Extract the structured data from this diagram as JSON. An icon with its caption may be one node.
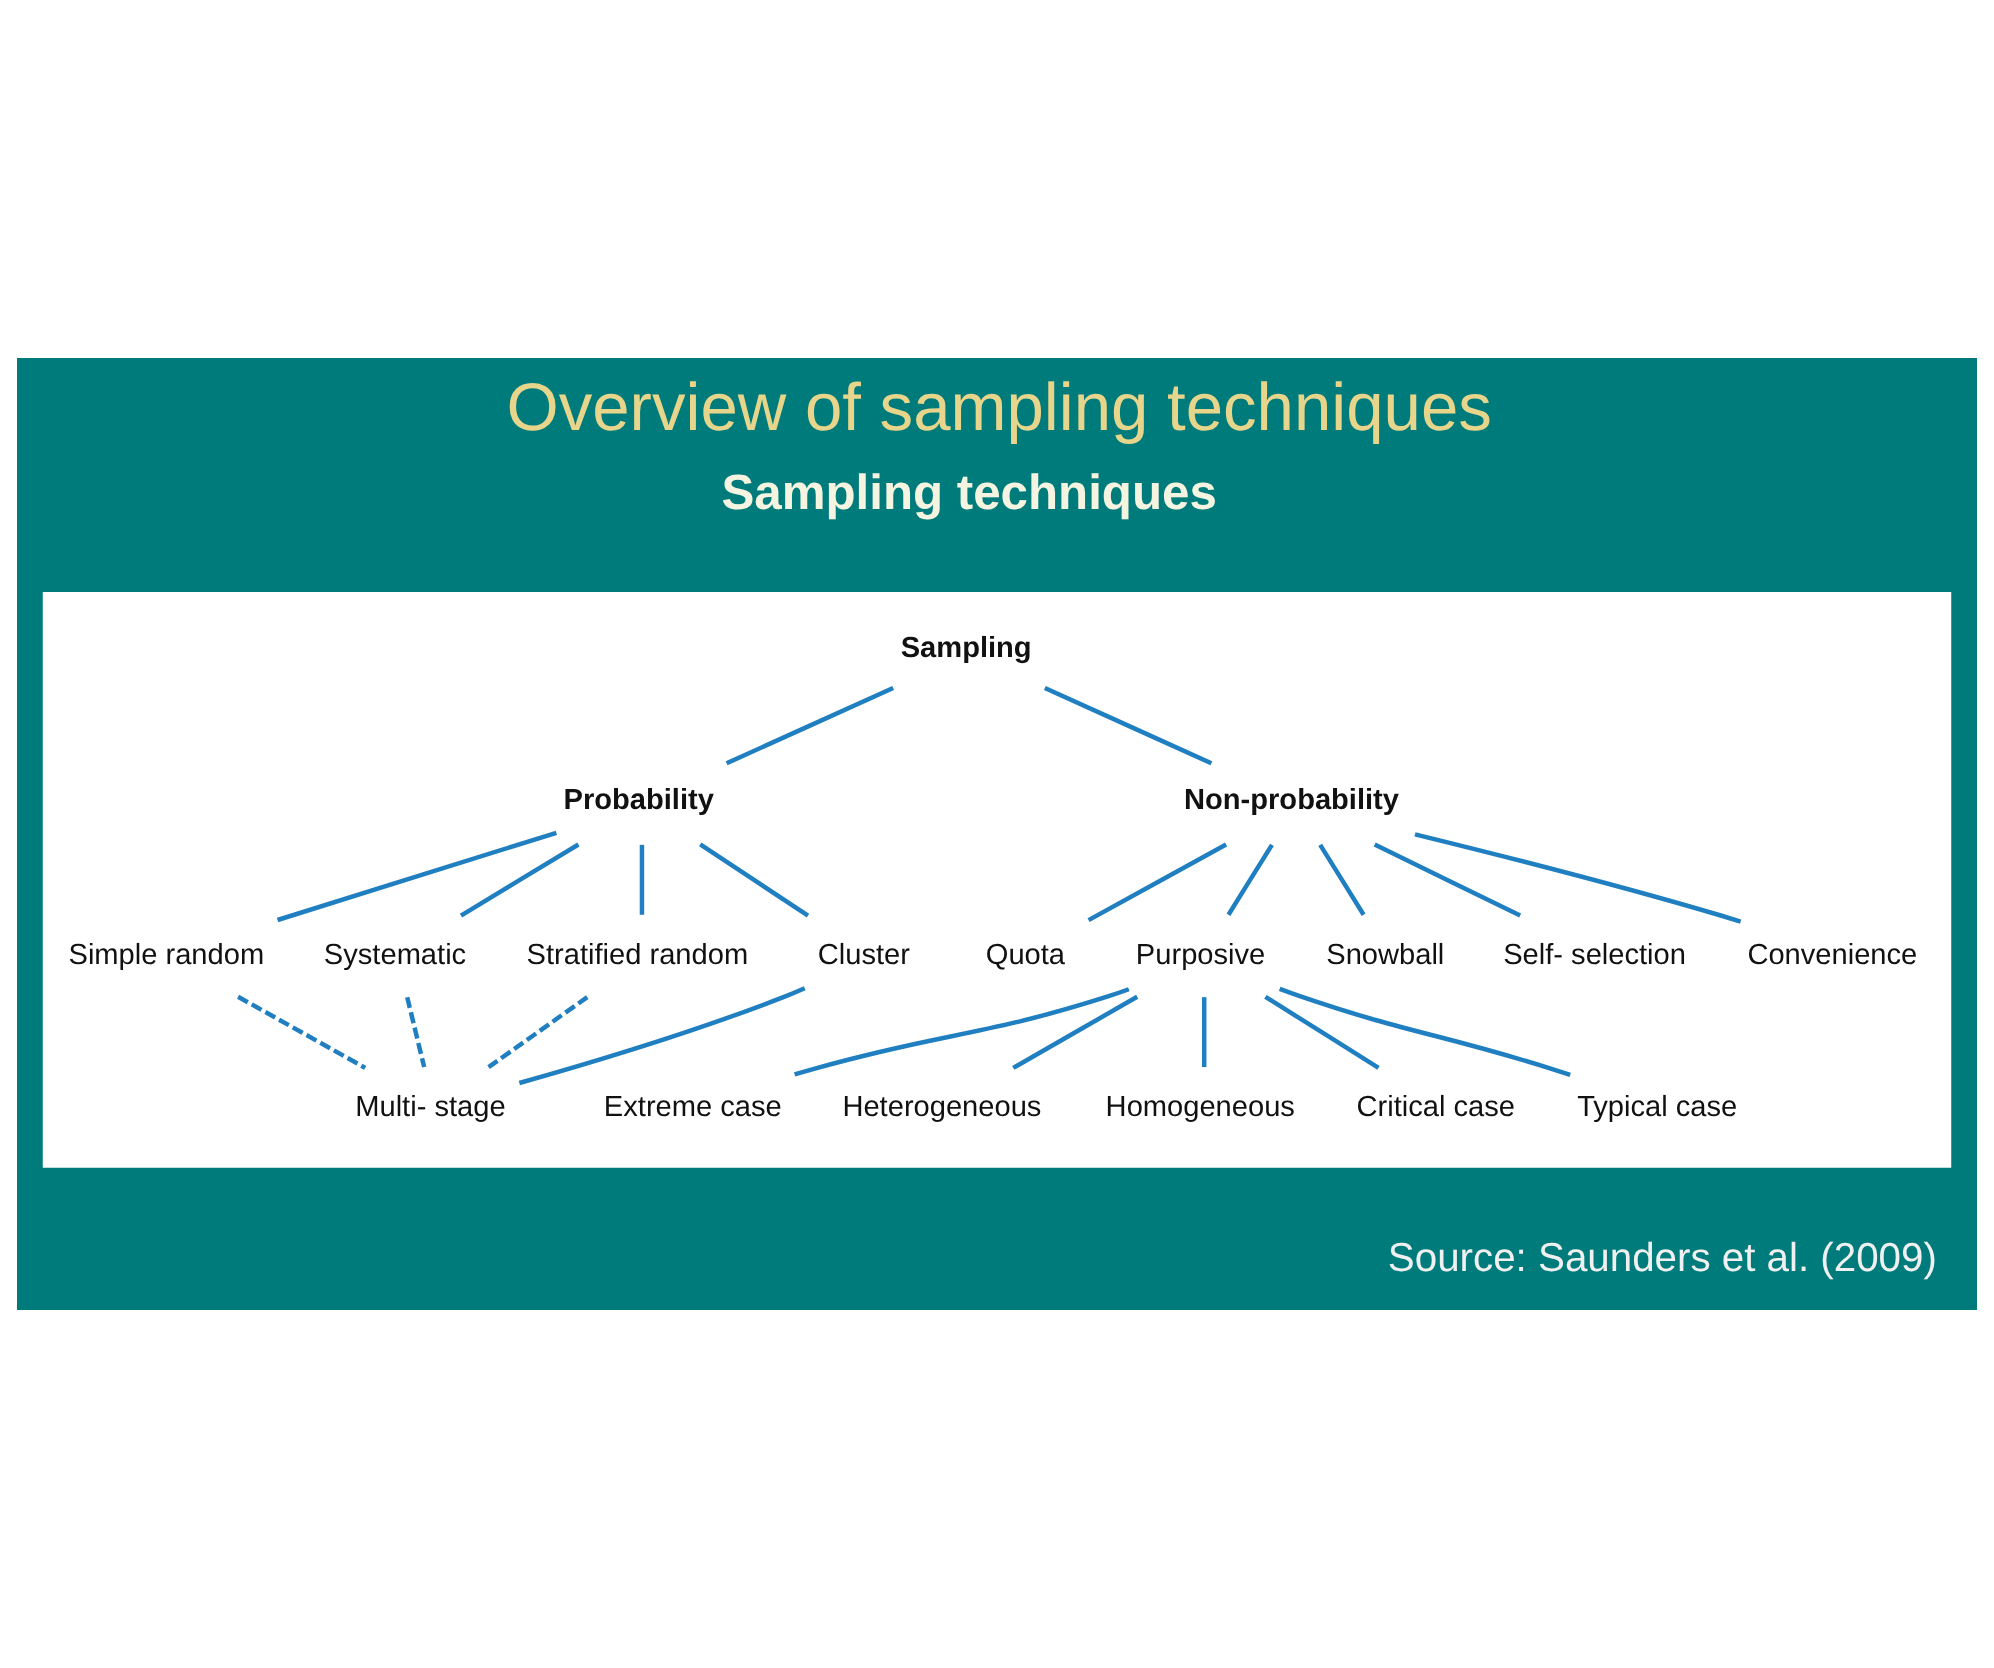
{
  "diagram": {
    "title": "Overview of sampling techniques",
    "caption": "Source: Saunders et al. (2009)",
    "nodes": [
      {
        "text": [],
        "shape": "box"
      },
      {
        "text": [
          "Sampling"
        ],
        "in": 0
      },
      {
        "text": [
          "Probability"
        ],
        "in": 0
      },
      {
        "text": [
          "Non-probability"
        ],
        "in": 0
      },
      {
        "text": [
          "Simple random"
        ],
        "in": 0
      },
      {
        "text": [
          "Systematic"
        ],
        "in": 0
      },
      {
        "text": [
          "Stratified random"
        ],
        "in": 0
      },
      {
        "text": [
          "Cluster"
        ],
        "in": 0
      },
      {
        "text": [
          "Multi- stage"
        ],
        "in": 0
      },
      {
        "text": [
          "Quota"
        ],
        "in": 0
      },
      {
        "text": [
          "Purposive"
        ],
        "in": 0
      },
      {
        "text": [
          "Snowball"
        ],
        "in": 0
      },
      {
        "text": [
          "Self- selection"
        ],
        "in": 0
      },
      {
        "text": [
          "Convenience"
        ],
        "in": 0
      },
      {
        "text": [
          "Extreme case"
        ],
        "in": 0
      },
      {
        "text": [
          "Heterogeneous"
        ],
        "in": 0
      },
      {
        "text": [
          "Homogeneous"
        ],
        "in": 0
      },
      {
        "text": [
          "Critical case"
        ],
        "in": 0
      },
      {
        "text": [
          "Typical case"
        ],
        "in": 0
      }
    ],
    "edges": [
      {
        "from": 1,
        "to": 2,
        "arrow": "none"
      },
      {
        "from": 1,
        "to": 3,
        "arrow": "none"
      },
      {
        "from": 2,
        "to": 4,
        "arrow": "none"
      },
      {
        "from": 2,
        "to": 5,
        "arrow": "none"
      },
      {
        "from": 2,
        "to": 6,
        "arrow": "none"
      },
      {
        "from": 2,
        "to": 7,
        "arrow": "none"
      },
      {
        "from": 4,
        "to": 8,
        "arrow": "none",
        "style": "dashed"
      },
      {
        "from": 5,
        "to": 8,
        "arrow": "none",
        "style": "dashed"
      },
      {
        "from": 6,
        "to": 8,
        "arrow": "none",
        "style": "dashed"
      },
      {
        "from": 7,
        "to": 8,
        "arrow": "none"
      },
      {
        "from": 3,
        "to": 9,
        "arrow": "none"
      },
      {
        "from": 3,
        "to": 10,
        "arrow": "none"
      },
      {
        "from": 3,
        "to": 11,
        "arrow": "none"
      },
      {
        "from": 3,
        "to": 12,
        "arrow": "none"
      },
      {
        "from": 3,
        "to": 13,
        "arrow": "none"
      },
      {
        "from": 10,
        "to": 14,
        "arrow": "none"
      },
      {
        "from": 10,
        "to": 15,
        "arrow": "none"
      },
      {
        "from": 10,
        "to": 16,
        "arrow": "none"
      },
      {
        "from": 10,
        "to": 17,
        "arrow": "none"
      },
      {
        "from": 10,
        "to": 18,
        "arrow": "none"
      }
    ],
    "labels": [
      "Sampling techniques"
    ]
  }
}
